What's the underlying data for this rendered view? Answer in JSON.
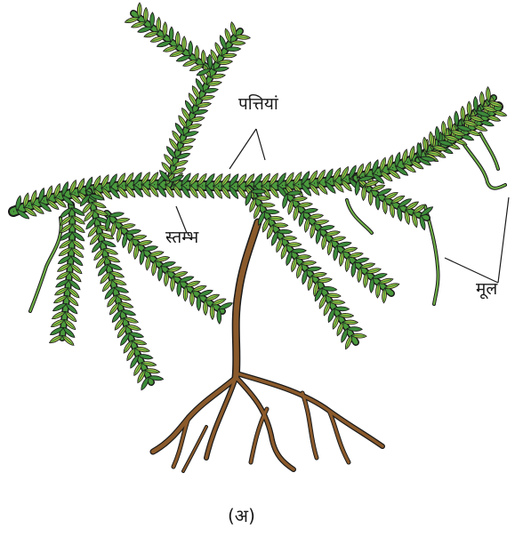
{
  "labels": {
    "leaves": "पत्तियां",
    "stem": "स्तम्भ",
    "root": "मूल"
  },
  "caption": "(अ)",
  "colors": {
    "leaf_dark": "#2f7d32",
    "leaf_light": "#a9c94a",
    "stem": "#4a9a3c",
    "root_brown": "#8b5a2b",
    "outline": "#1b1b1b"
  }
}
